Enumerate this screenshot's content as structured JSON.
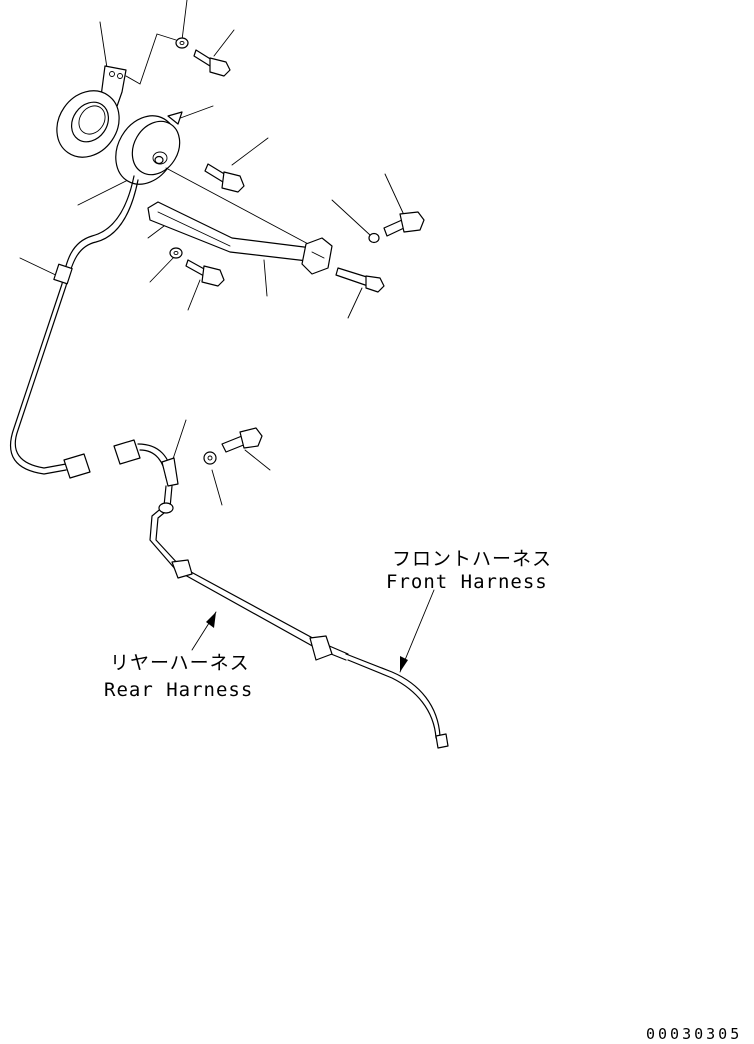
{
  "labels": {
    "front_harness_jp": "フロントハーネス",
    "front_harness_en": "Front Harness",
    "rear_harness_jp": "リヤーハーネス",
    "rear_harness_en": "Rear Harness"
  },
  "drawing_number": "00030305"
}
